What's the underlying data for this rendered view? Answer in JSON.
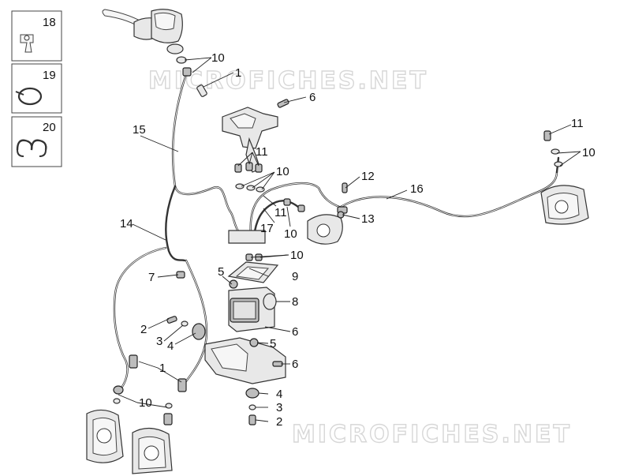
{
  "watermarks": [
    "MICROFICHES.NET",
    "MICROFICHES.NET"
  ],
  "inset_labels": [
    "18",
    "19",
    "20"
  ],
  "callouts": {
    "c10a": "10",
    "c1a": "1",
    "c6a": "6",
    "c15": "15",
    "c11a": "11",
    "c10b": "10",
    "c11b": "11",
    "c17": "17",
    "c10c": "10",
    "c12": "12",
    "c13": "13",
    "c16": "16",
    "c11c": "11",
    "c10d": "10",
    "c14": "14",
    "c10e": "10",
    "c7": "7",
    "c5a": "5",
    "c9": "9",
    "c8": "8",
    "c2a": "2",
    "c3a": "3",
    "c4a": "4",
    "c6b": "6",
    "c5b": "5",
    "c6c": "6",
    "c1b": "1",
    "c10f": "10",
    "c4b": "4",
    "c3b": "3",
    "c2b": "2"
  }
}
